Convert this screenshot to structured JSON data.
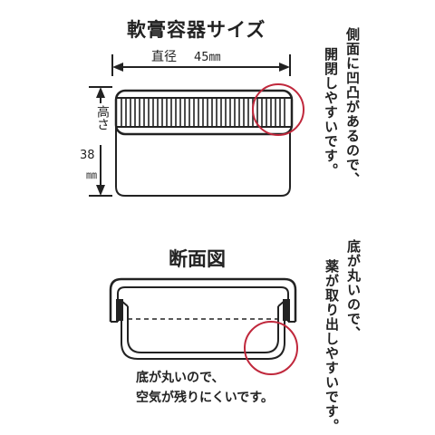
{
  "top": {
    "title": "軟膏容器サイズ",
    "diameter_label": "直径",
    "diameter_value": "45㎜",
    "height_label": "高さ",
    "height_value": "38",
    "height_unit": "㎜",
    "side_note_col1": "側面に凹凸があるので、",
    "side_note_col2": "開閉しやすいです。"
  },
  "bottom": {
    "title": "断面図",
    "note_line1": "底が丸いので、",
    "note_line2": "空気が残りにくいです。",
    "side_note_col1": "底が丸いので、",
    "side_note_col2": "薬が取り出しやすいです。"
  },
  "colors": {
    "line": "#222222",
    "highlight": "#c0283c"
  }
}
